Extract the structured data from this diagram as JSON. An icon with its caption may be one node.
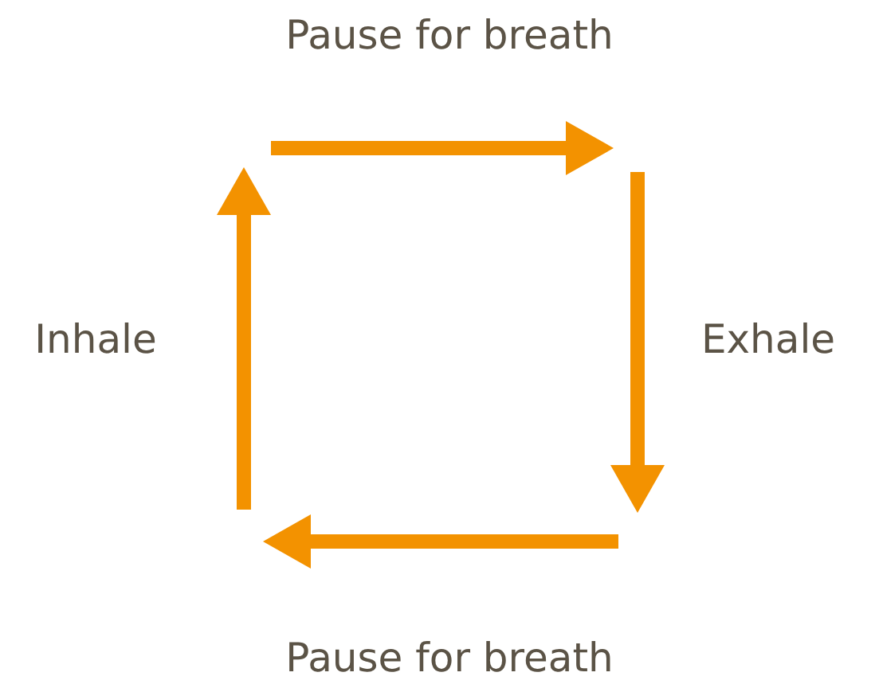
{
  "diagram": {
    "labels": [
      "Pause for breath",
      "Inhale",
      "Exhale",
      "Pause for breath"
    ]
  }
}
